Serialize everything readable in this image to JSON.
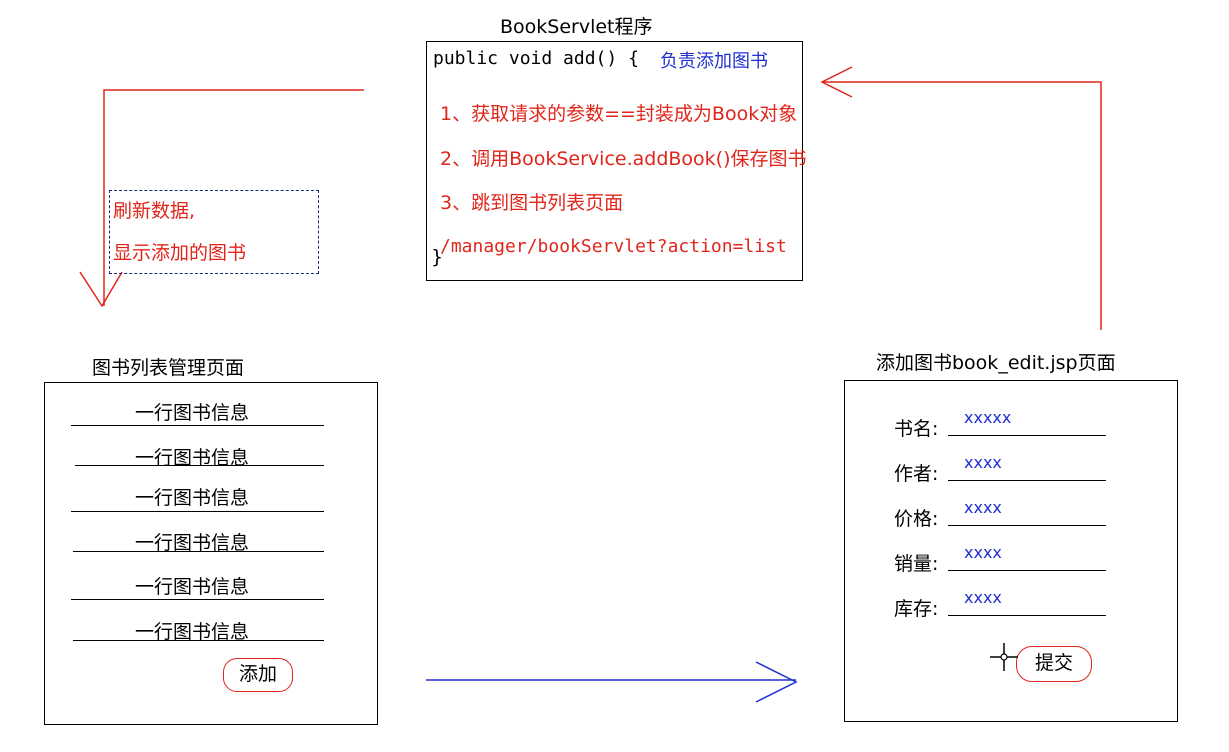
{
  "servlet": {
    "title": "BookServlet程序",
    "signature": "public void add() {",
    "signature_comment": "负责添加图书",
    "steps": [
      "1、获取请求的参数==封装成为Book对象",
      "2、调用BookService.addBook()保存图书",
      "3、跳到图书列表页面"
    ],
    "redirect": "/manager/bookServlet?action=list",
    "closing": "}"
  },
  "note": {
    "lines": [
      "刷新数据,",
      "显示添加的图书"
    ]
  },
  "list_page": {
    "title": "图书列表管理页面",
    "rows": [
      "一行图书信息",
      "一行图书信息",
      "一行图书信息",
      "一行图书信息",
      "一行图书信息",
      "一行图书信息"
    ],
    "add_button": "添加"
  },
  "edit_page": {
    "title": "添加图书book_edit.jsp页面",
    "fields": [
      {
        "label": "书名:",
        "value": "xxxxx"
      },
      {
        "label": "作者:",
        "value": "xxxx"
      },
      {
        "label": "价格:",
        "value": "xxxx"
      },
      {
        "label": "销量:",
        "value": "xxxx"
      },
      {
        "label": "库存:",
        "value": "xxxx"
      }
    ],
    "submit_button": "提交"
  },
  "colors": {
    "arrow_red": "#e0261b",
    "arrow_blue": "#2030d0",
    "text_blue": "#2030d0",
    "note_border": "#1a2a7a"
  },
  "icons": [
    "crosshair-cursor-icon"
  ]
}
